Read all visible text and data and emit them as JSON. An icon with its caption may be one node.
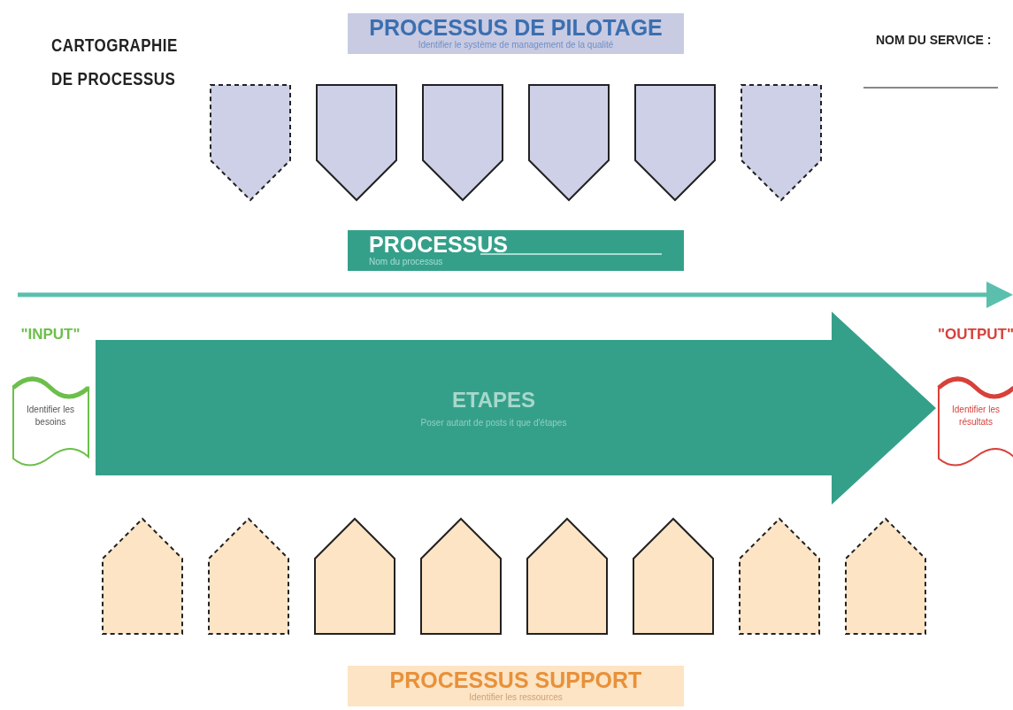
{
  "diagram": {
    "title": "CARTOGRAPHIE DE PROCESSUS",
    "nodes": [
      {
        "text": [
          "PROCESSUS DE PILOTAGE",
          "Identifier le système de management de la qualité"
        ]
      },
      {
        "text": [],
        "shape": "pentagon"
      },
      {
        "text": [],
        "shape": "pentagon"
      },
      {
        "text": [],
        "shape": "pentagon"
      },
      {
        "text": [],
        "shape": "pentagon"
      },
      {
        "text": [],
        "shape": "pentagon"
      },
      {
        "text": [],
        "shape": "pentagon"
      },
      {
        "text": [
          "PROCESSUS",
          "Nom du processus"
        ]
      },
      {
        "text": [
          "\"INPUT\"",
          "Identifier les besoins"
        ]
      },
      {
        "text": [
          "ETAPES",
          "Poser autant de posts it que d'étapes"
        ]
      },
      {
        "text": [
          "\"OUTPUT\"",
          "Identifier les résultats"
        ]
      },
      {
        "text": [],
        "shape": "pentagon"
      },
      {
        "text": [],
        "shape": "pentagon"
      },
      {
        "text": [],
        "shape": "pentagon"
      },
      {
        "text": [],
        "shape": "pentagon"
      },
      {
        "text": [],
        "shape": "pentagon"
      },
      {
        "text": [],
        "shape": "pentagon"
      },
      {
        "text": [],
        "shape": "pentagon"
      },
      {
        "text": [],
        "shape": "pentagon"
      },
      {
        "text": [
          "PROCESSUS SUPPORT",
          "Identifier les ressources"
        ]
      }
    ],
    "labels": [
      "NOM DU SERVICE :"
    ]
  }
}
